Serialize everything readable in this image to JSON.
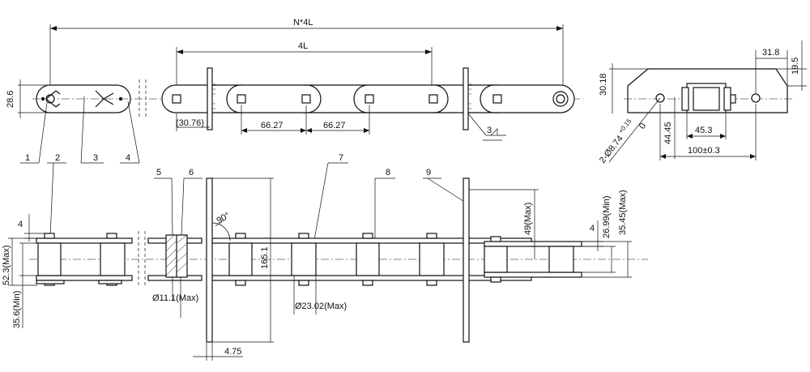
{
  "drawing": {
    "dimensions": {
      "n_times_4l": "N*4L",
      "four_l": "4L",
      "top_height": "28.6",
      "attachment_offset": "(30.76)",
      "pitch_a": "66.27",
      "pitch_b": "66.27",
      "section_mark": "3",
      "side_height_top": "30.18",
      "side_offset": "31.8",
      "side_height_right": "19.5",
      "hole_callout": "2-Ø8.74",
      "hole_tol_upper": "+0.15",
      "hole_tol_lower": "0",
      "side_height_bottom": "44.45",
      "side_inner_width": "45.3",
      "side_total_width": "100±0.3",
      "left_height_4": "4",
      "left_max": "52.3(Max)",
      "left_min": "35.6(Min)",
      "pin_dia": "Ø11.1(Max)",
      "angle": "90°",
      "flight_height": "165.1",
      "roller_dia": "Ø23.02(Max)",
      "flight_thickness": "4.75",
      "right_height_49": "49(Max)",
      "right_4": "4",
      "right_min": "26.99(Min)",
      "right_max": "35.45(Max)"
    },
    "callouts": [
      "1",
      "2",
      "3",
      "4",
      "5",
      "6",
      "7",
      "8",
      "9"
    ]
  }
}
